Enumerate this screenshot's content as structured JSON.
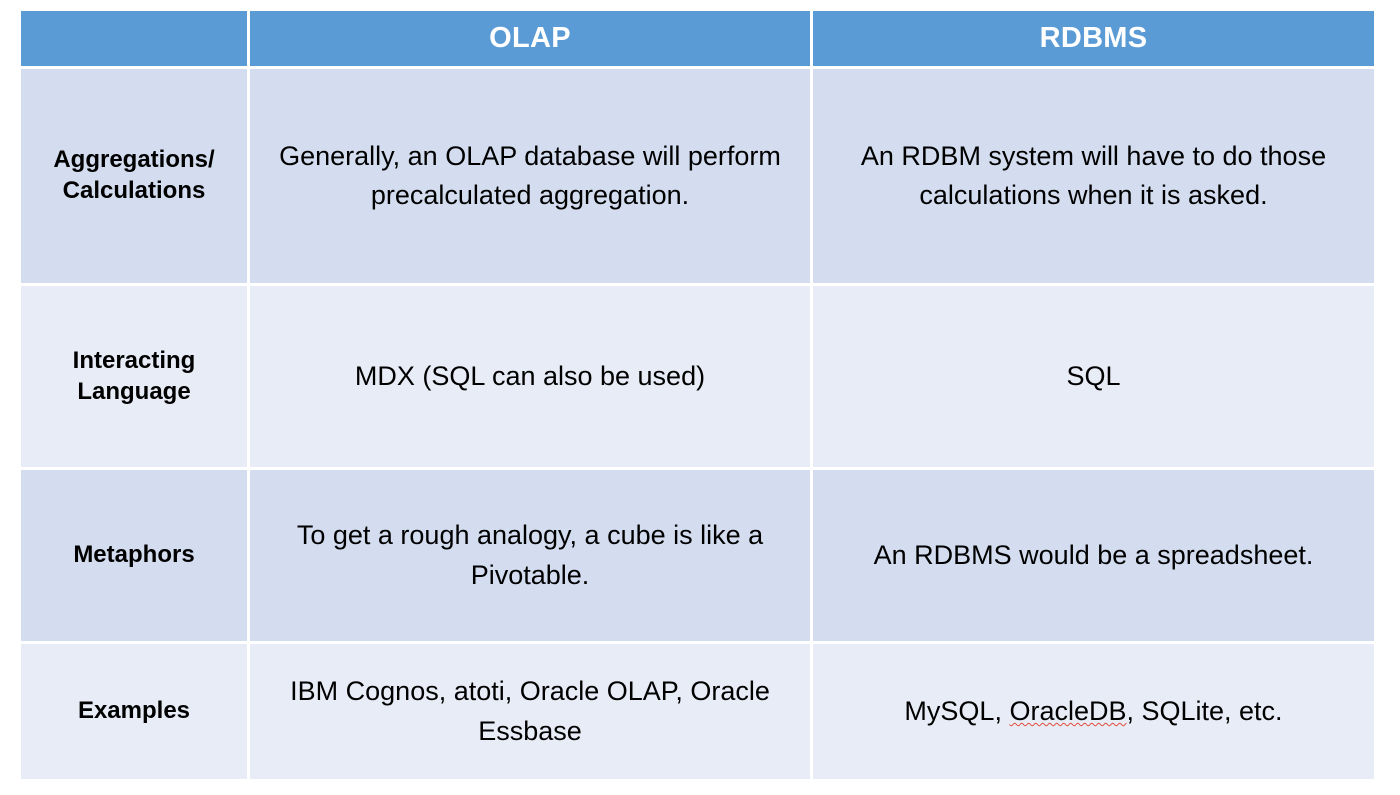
{
  "table": {
    "columns": [
      {
        "key": "label",
        "label": ""
      },
      {
        "key": "olap",
        "label": "OLAP"
      },
      {
        "key": "rdbms",
        "label": "RDBMS"
      }
    ],
    "colors": {
      "header_background": "#5B9BD5",
      "header_text": "#FFFFFF",
      "row_dark_background": "#D3DDEF",
      "row_light_background": "#E8ECF6",
      "body_text": "#000000",
      "spellcheck_underline": "#E24B3C",
      "page_background": "#FFFFFF"
    },
    "rows": [
      {
        "label": "Aggregations/\nCalculations",
        "label_line1": "Aggregations/",
        "label_line2": "Calculations",
        "olap": "Generally, an OLAP database will perform precalculated aggregation.",
        "rdbms": "An RDBM system will have to do those calculations when it is asked."
      },
      {
        "label": "Interacting\nLanguage",
        "label_line1": "Interacting",
        "label_line2": "Language",
        "olap": "MDX (SQL can also be used)",
        "rdbms": "SQL"
      },
      {
        "label": "Metaphors",
        "label_line1": "Metaphors",
        "label_line2": "",
        "olap": "To get a rough analogy, a cube is like a Pivotable.",
        "rdbms": "An RDBMS would be a spreadsheet."
      },
      {
        "label": "Examples",
        "label_line1": "Examples",
        "label_line2": "",
        "olap": "IBM Cognos, atoti, Oracle OLAP, Oracle Essbase",
        "rdbms_prefix": "MySQL, ",
        "rdbms_misspelled": "OracleDB",
        "rdbms_suffix": ", SQLite, etc.",
        "rdbms": "MySQL, OracleDB, SQLite, etc."
      }
    ]
  }
}
